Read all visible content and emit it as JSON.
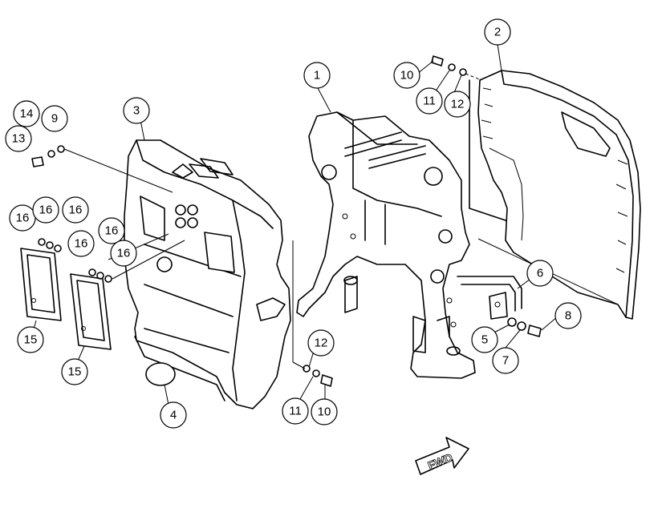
{
  "diagram": {
    "direction_label": "FWD",
    "callouts": [
      {
        "id": "c1",
        "label": "1"
      },
      {
        "id": "c2",
        "label": "2"
      },
      {
        "id": "c3",
        "label": "3"
      },
      {
        "id": "c4",
        "label": "4"
      },
      {
        "id": "c5",
        "label": "5"
      },
      {
        "id": "c6",
        "label": "6"
      },
      {
        "id": "c7",
        "label": "7"
      },
      {
        "id": "c8",
        "label": "8"
      },
      {
        "id": "c9",
        "label": "9"
      },
      {
        "id": "c10a",
        "label": "10"
      },
      {
        "id": "c10b",
        "label": "10"
      },
      {
        "id": "c11a",
        "label": "11"
      },
      {
        "id": "c11b",
        "label": "11"
      },
      {
        "id": "c12a",
        "label": "12"
      },
      {
        "id": "c12b",
        "label": "12"
      },
      {
        "id": "c13",
        "label": "13"
      },
      {
        "id": "c14",
        "label": "14"
      },
      {
        "id": "c15a",
        "label": "15"
      },
      {
        "id": "c15b",
        "label": "15"
      },
      {
        "id": "c16a",
        "label": "16"
      },
      {
        "id": "c16b",
        "label": "16"
      },
      {
        "id": "c16c",
        "label": "16"
      },
      {
        "id": "c16d",
        "label": "16"
      },
      {
        "id": "c16e",
        "label": "16"
      },
      {
        "id": "c16f",
        "label": "16"
      }
    ]
  }
}
